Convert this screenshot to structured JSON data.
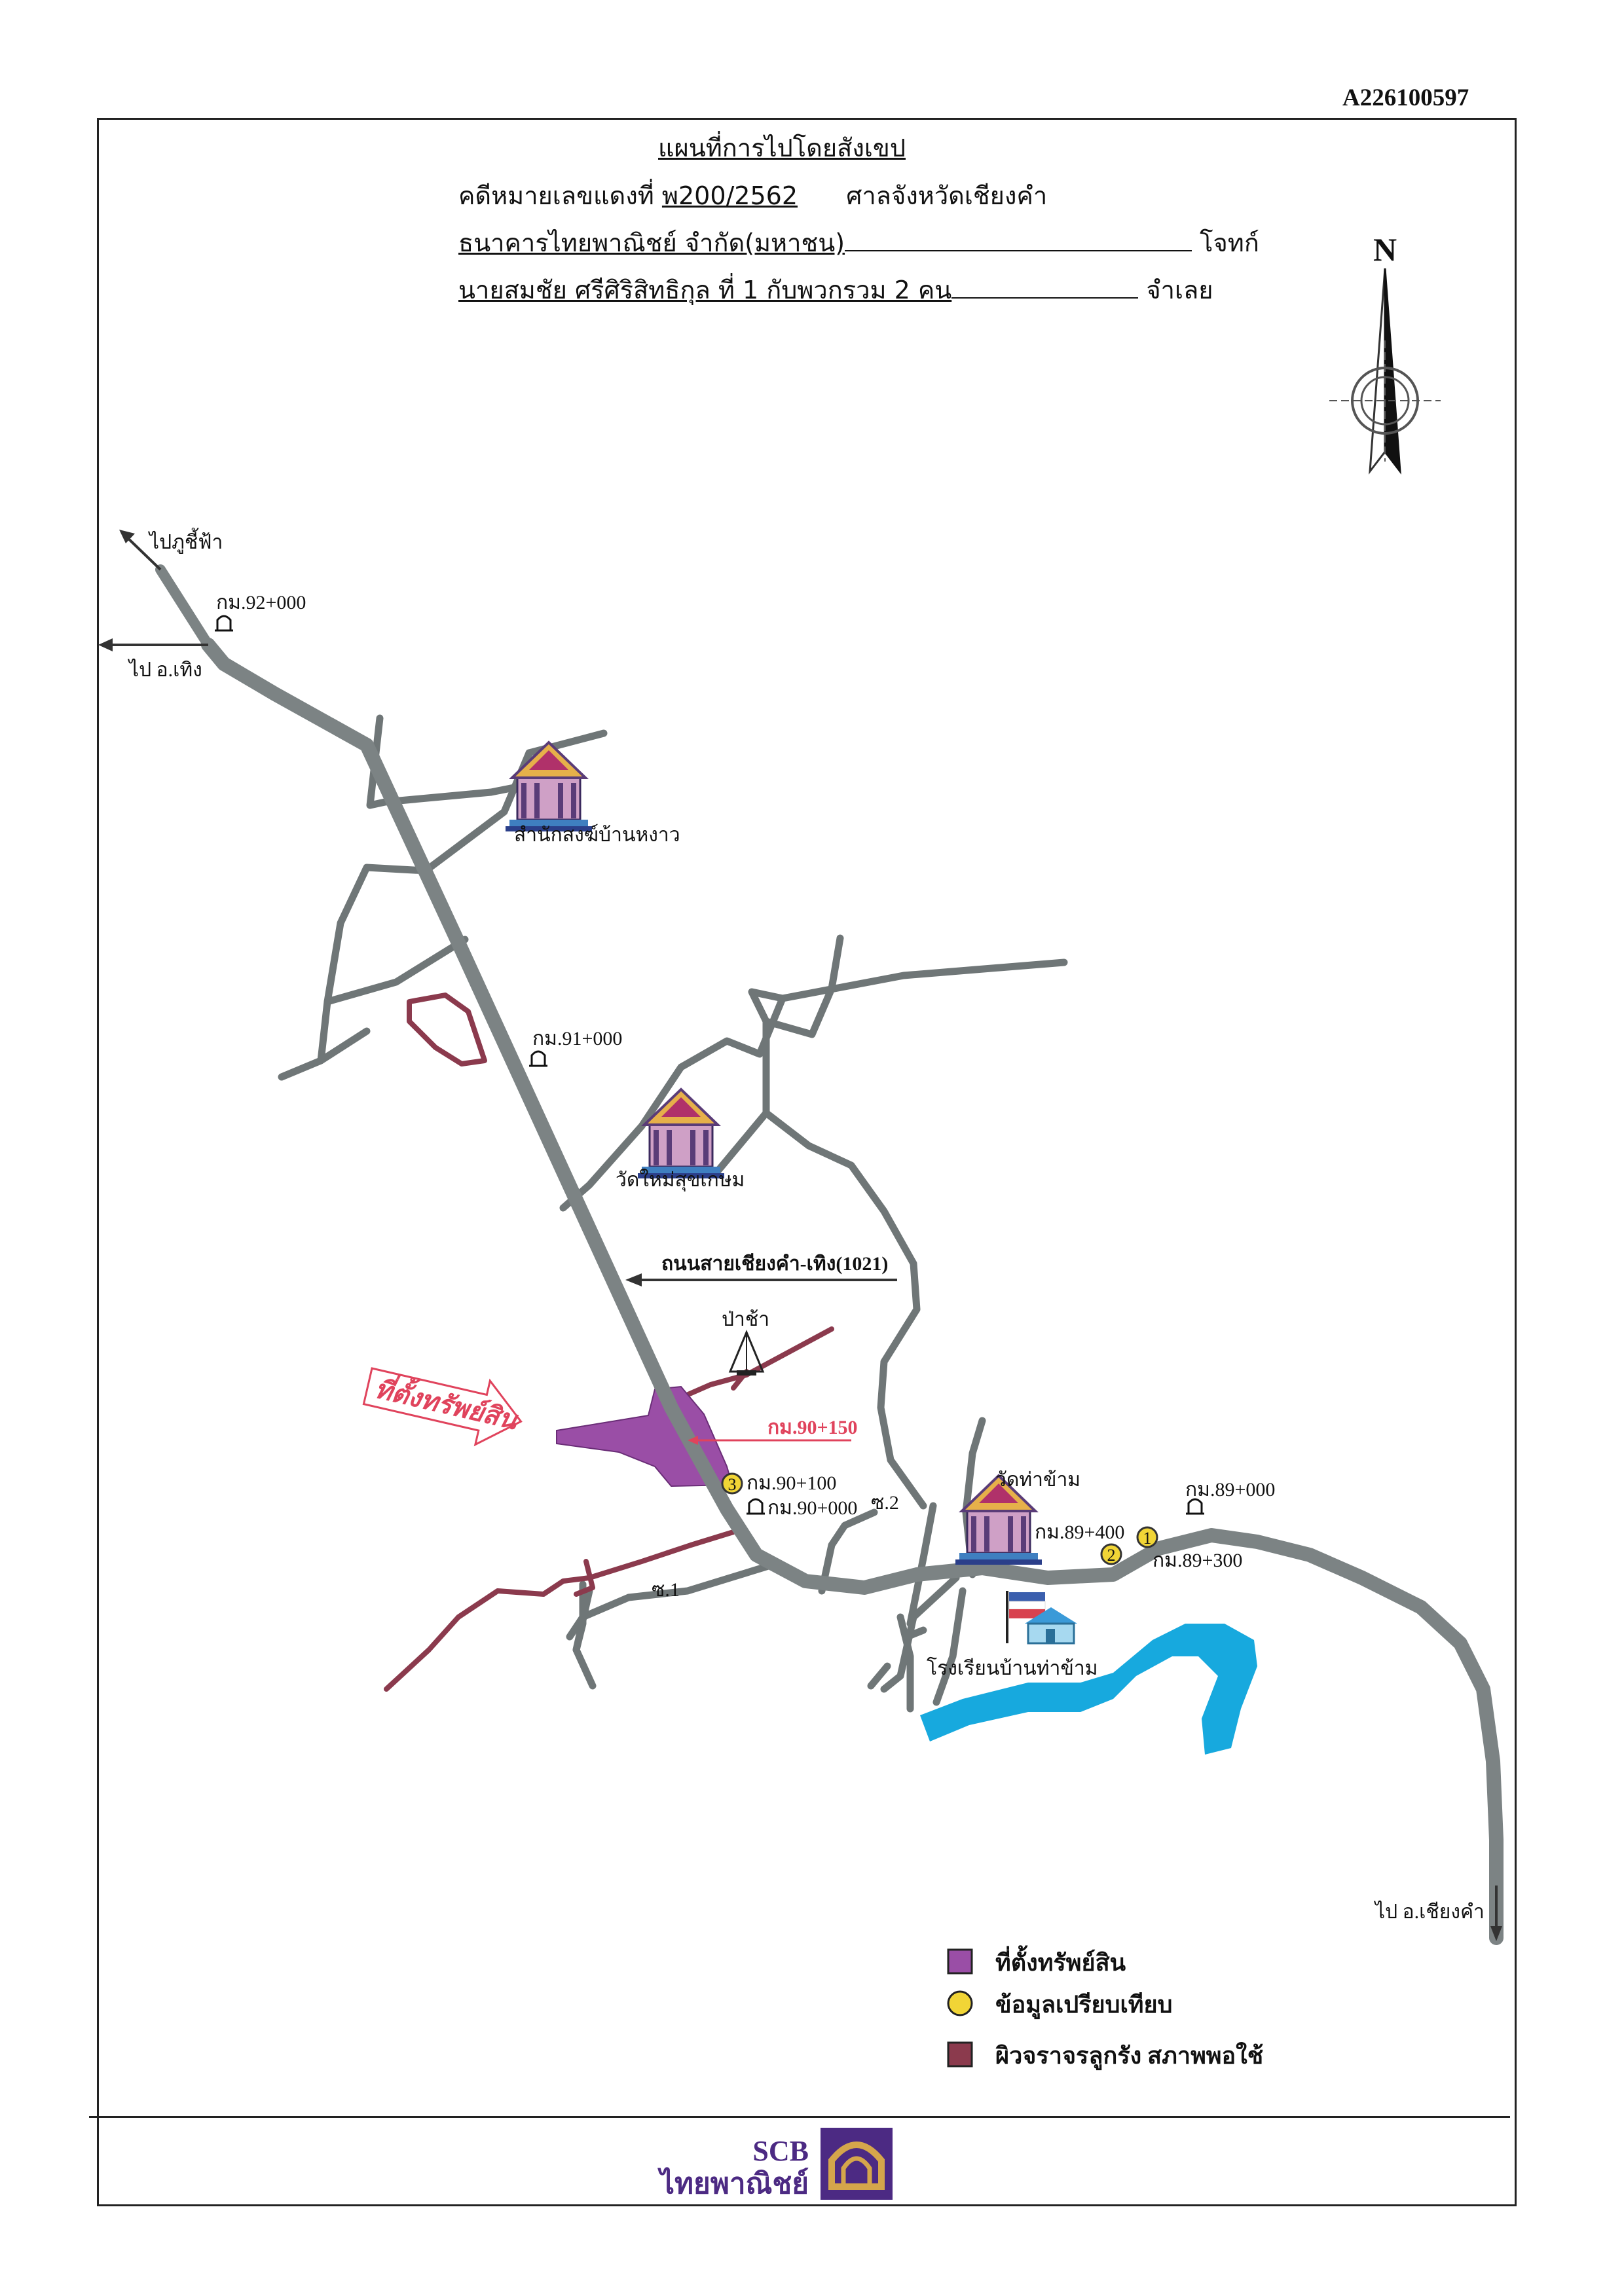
{
  "document": {
    "doc_id": "A226100597",
    "title": "แผนที่การไปโดยสังเขป",
    "case_label": "คดีหมายเลขแดงที่",
    "case_number": "พ200/2562",
    "court": "ศาลจังหวัดเชียงคำ",
    "plaintiff_name": "ธนาคารไทยพาณิชย์ จำกัด(มหาชน)",
    "plaintiff_role": "โจทก์",
    "defendant_name": "นายสมชัย  ศรีศิริสิทธิกุล ที่ 1 กับพวกรวม 2 คน",
    "defendant_role": "จำเลย"
  },
  "compass": {
    "label": "N"
  },
  "map": {
    "labels": {
      "to_phu_chi_fa": "ไปภูชี้ฟ้า",
      "to_thoeng": "ไป อ.เทิง",
      "to_chiang_kham": "ไป อ.เชียงคำ",
      "km_92": "กม.92+000",
      "km_91": "กม.91+000",
      "km_90_150": "กม.90+150",
      "km_90_100": "กม.90+100",
      "km_90_000": "กม.90+000",
      "km_89_400": "กม.89+400",
      "km_89_300": "กม.89+300",
      "km_89_000": "กม.89+000",
      "temple_nongkhao": "สำนักสงฆ์บ้านหงาว",
      "temple_mai_suk": "วัดใหม่สุขเกษม",
      "temple_tha_kham": "วัดท่าข้าม",
      "cemetery": "ป่าช้า",
      "school": "โรงเรียนบ้านท่าข้าม",
      "road_name": "ถนนสายเชียงคำ-เทิง(1021)",
      "property_arrow": "ที่ตั้งทรัพย์สิน",
      "soi_1": "ซ.1",
      "soi_2": "ซ.2",
      "marker_1": "1",
      "marker_2": "2",
      "marker_3": "3"
    },
    "colors": {
      "main_road": "#7c8384",
      "secondary_road": "#6f7677",
      "laterite_road": "#8b3a4d",
      "property": "#9a4ea6",
      "river": "#17a9de",
      "comparison_marker": "#f1d536",
      "arrow_text": "#e0435c"
    }
  },
  "legend": {
    "items": [
      {
        "label": "ที่ตั้งทรัพย์สิน",
        "color": "#9a4ea6",
        "shape": "square"
      },
      {
        "label": "ข้อมูลเปรียบเทียบ",
        "color": "#f1d536",
        "shape": "circle"
      },
      {
        "label": "ผิวจราจรลูกรัง สภาพพอใช้",
        "color": "#8b3a4d",
        "shape": "square"
      }
    ]
  },
  "footer": {
    "bank_short": "SCB",
    "bank_thai": "ไทยพาณิชย์",
    "logo_icon": "scb-leaf-logo-icon",
    "logo_color": "#4c2a83",
    "logo_accent": "#d5a64b"
  }
}
